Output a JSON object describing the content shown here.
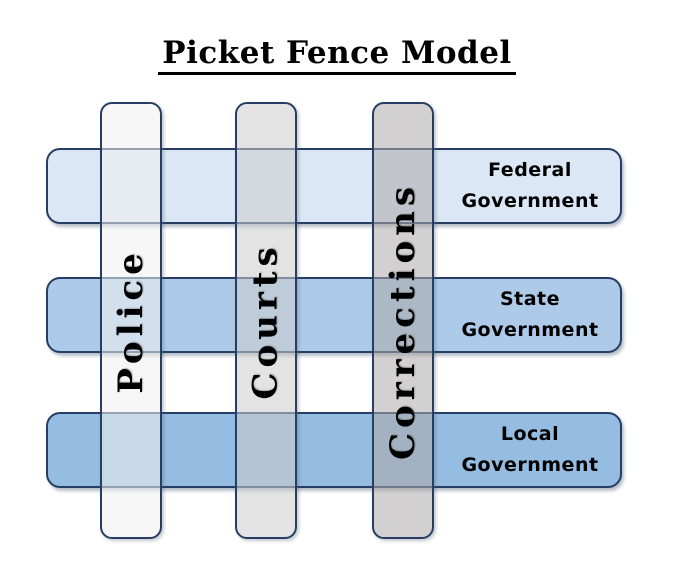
{
  "title": "Picket Fence Model",
  "pickets": [
    {
      "id": "police",
      "label": "Police"
    },
    {
      "id": "courts",
      "label": "Courts"
    },
    {
      "id": "corrections",
      "label": "Corrections"
    }
  ],
  "rails": [
    {
      "id": "federal",
      "label": "Federal Government"
    },
    {
      "id": "state",
      "label": "State Government"
    },
    {
      "id": "local",
      "label": "Local Government"
    }
  ],
  "colors": {
    "outline": "#263e63",
    "federal_fill": "#dbe7f4",
    "state_fill": "#adcbe9",
    "local_fill": "#95bce1",
    "police_fill": "rgba(240,240,240,0.55)",
    "courts_fill": "rgba(204,204,204,0.55)",
    "corrections_fill": "rgba(173,170,170,0.55)",
    "text": "#000000"
  }
}
